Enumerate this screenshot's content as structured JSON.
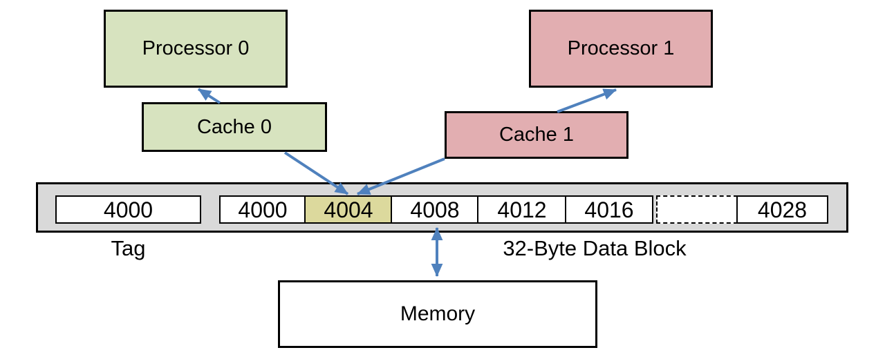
{
  "colors": {
    "green": "#d7e3bf",
    "pink": "#e2aeb1",
    "highlight": "#dcd99d",
    "bar_gray": "#d9d9d9",
    "arrow_blue": "#4f81bd"
  },
  "nodes": {
    "processor0": "Processor 0",
    "cache0": "Cache 0",
    "processor1": "Processor 1",
    "cache1": "Cache 1",
    "memory": "Memory"
  },
  "cache_line": {
    "tag_value": "4000",
    "tag_caption": "Tag",
    "block_caption": "32-Byte Data Block",
    "cells": [
      {
        "value": "4000",
        "highlighted": false,
        "dashed": false
      },
      {
        "value": "4004",
        "highlighted": true,
        "dashed": false
      },
      {
        "value": "4008",
        "highlighted": false,
        "dashed": false
      },
      {
        "value": "4012",
        "highlighted": false,
        "dashed": false
      },
      {
        "value": "4016",
        "highlighted": false,
        "dashed": false
      },
      {
        "value": "",
        "highlighted": false,
        "dashed": true
      },
      {
        "value": "4028",
        "highlighted": false,
        "dashed": false
      }
    ]
  }
}
